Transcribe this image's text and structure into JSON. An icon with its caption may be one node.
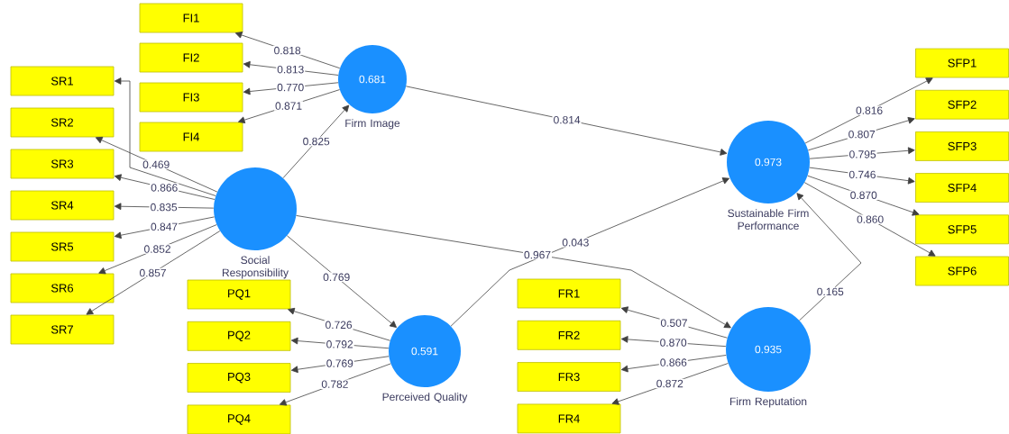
{
  "diagram": {
    "nodes": [
      {
        "text": [
          "FI1"
        ]
      },
      {
        "text": [
          "FI2"
        ]
      },
      {
        "text": [
          "FI3"
        ]
      },
      {
        "text": [
          "FI4"
        ]
      },
      {
        "text": [
          "SR1"
        ]
      },
      {
        "text": [
          "SR2"
        ]
      },
      {
        "text": [
          "SR3"
        ]
      },
      {
        "text": [
          "SR4"
        ]
      },
      {
        "text": [
          "SR5"
        ]
      },
      {
        "text": [
          "SR6"
        ]
      },
      {
        "text": [
          "SR7"
        ]
      },
      {
        "text": [
          "0.681",
          "Firm Image"
        ]
      },
      {
        "text": [
          "Social Responsibility"
        ]
      },
      {
        "text": [
          "0.973",
          "Sustainable Firm Performance"
        ]
      },
      {
        "text": [
          "SFP1"
        ]
      },
      {
        "text": [
          "SFP2"
        ]
      },
      {
        "text": [
          "SFP3"
        ]
      },
      {
        "text": [
          "SFP4"
        ]
      },
      {
        "text": [
          "SFP5"
        ]
      },
      {
        "text": [
          "SFP6"
        ]
      },
      {
        "text": [
          "PQ1"
        ]
      },
      {
        "text": [
          "PQ2"
        ]
      },
      {
        "text": [
          "PQ3"
        ]
      },
      {
        "text": [
          "PQ4"
        ]
      },
      {
        "text": [
          "0.591",
          "Perceived Quality"
        ]
      },
      {
        "text": [
          "FR1"
        ]
      },
      {
        "text": [
          "FR2"
        ]
      },
      {
        "text": [
          "FR3"
        ]
      },
      {
        "text": [
          "FR4"
        ]
      },
      {
        "text": [
          "0.935",
          "Firm Reputation"
        ]
      }
    ],
    "edges": [
      {
        "from": 11,
        "to": 0,
        "arrow": "to",
        "label": "0.818"
      },
      {
        "from": 11,
        "to": 1,
        "arrow": "to",
        "label": "0.813"
      },
      {
        "from": 11,
        "to": 2,
        "arrow": "to",
        "label": "0.770"
      },
      {
        "from": 11,
        "to": 3,
        "arrow": "to",
        "label": "0.871"
      },
      {
        "from": 12,
        "to": 4,
        "arrow": "to"
      },
      {
        "from": 12,
        "to": 5,
        "arrow": "to",
        "label": "0.469"
      },
      {
        "from": 12,
        "to": 6,
        "arrow": "to",
        "label": "0.866"
      },
      {
        "from": 12,
        "to": 7,
        "arrow": "to",
        "label": "0.835"
      },
      {
        "from": 12,
        "to": 8,
        "arrow": "to",
        "label": "0.847"
      },
      {
        "from": 12,
        "to": 9,
        "arrow": "to",
        "label": "0.852"
      },
      {
        "from": 12,
        "to": 10,
        "arrow": "to",
        "label": "0.857"
      },
      {
        "from": 13,
        "to": 14,
        "arrow": "to",
        "label": "0.816"
      },
      {
        "from": 13,
        "to": 15,
        "arrow": "to",
        "label": "0.807"
      },
      {
        "from": 13,
        "to": 16,
        "arrow": "to",
        "label": "0.795"
      },
      {
        "from": 13,
        "to": 17,
        "arrow": "to",
        "label": "0.746"
      },
      {
        "from": 13,
        "to": 18,
        "arrow": "to",
        "label": "0.870"
      },
      {
        "from": 13,
        "to": 19,
        "arrow": "to",
        "label": "0.860"
      },
      {
        "from": 24,
        "to": 20,
        "arrow": "to",
        "label": "0.726"
      },
      {
        "from": 24,
        "to": 21,
        "arrow": "to",
        "label": "0.792"
      },
      {
        "from": 24,
        "to": 22,
        "arrow": "to",
        "label": "0.769"
      },
      {
        "from": 24,
        "to": 23,
        "arrow": "to",
        "label": "0.782"
      },
      {
        "from": 29,
        "to": 25,
        "arrow": "to",
        "label": "0.507"
      },
      {
        "from": 29,
        "to": 26,
        "arrow": "to",
        "label": "0.870"
      },
      {
        "from": 29,
        "to": 27,
        "arrow": "to",
        "label": "0.866"
      },
      {
        "from": 29,
        "to": 28,
        "arrow": "to",
        "label": "0.872"
      },
      {
        "from": 12,
        "to": 11,
        "arrow": "to",
        "label": "0.825"
      },
      {
        "from": 11,
        "to": 13,
        "arrow": "to",
        "label": "0.814"
      },
      {
        "from": 12,
        "to": 24,
        "arrow": "to",
        "label": "0.769"
      },
      {
        "from": 12,
        "to": 29,
        "arrow": "to",
        "label": "0.967"
      },
      {
        "from": 24,
        "to": 13,
        "arrow": "to",
        "label": "0.043"
      },
      {
        "from": 29,
        "to": 13,
        "arrow": "to",
        "label": "0.165"
      }
    ]
  }
}
